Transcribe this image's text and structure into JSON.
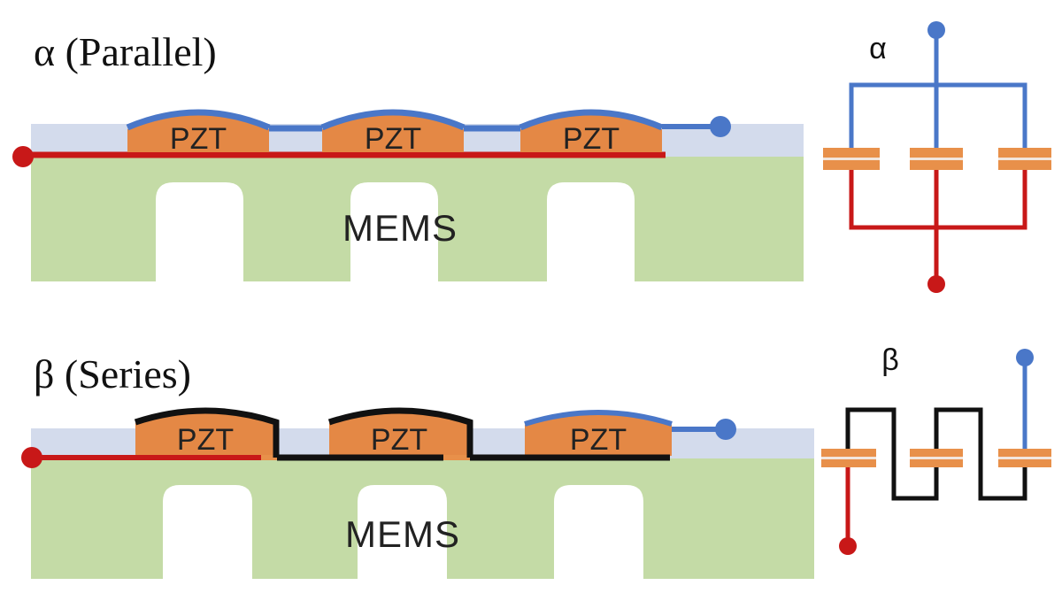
{
  "colors": {
    "mems": "#c4dba6",
    "layer": "#d3dbec",
    "pzt": "#e48845",
    "blue": "#4a77c8",
    "red": "#c81818",
    "black": "#111111",
    "plate_orange": "#e8904a",
    "plate_line": "#f2e6dd"
  },
  "top": {
    "title": "α (Parallel)",
    "pzt_labels": [
      "PZT",
      "PZT",
      "PZT"
    ],
    "substrate_label": "MEMS",
    "symbol_label": "α"
  },
  "bottom": {
    "title": "β (Series)",
    "pzt_labels": [
      "PZT",
      "PZT",
      "PZT"
    ],
    "substrate_label": "MEMS",
    "symbol_label": "β"
  }
}
